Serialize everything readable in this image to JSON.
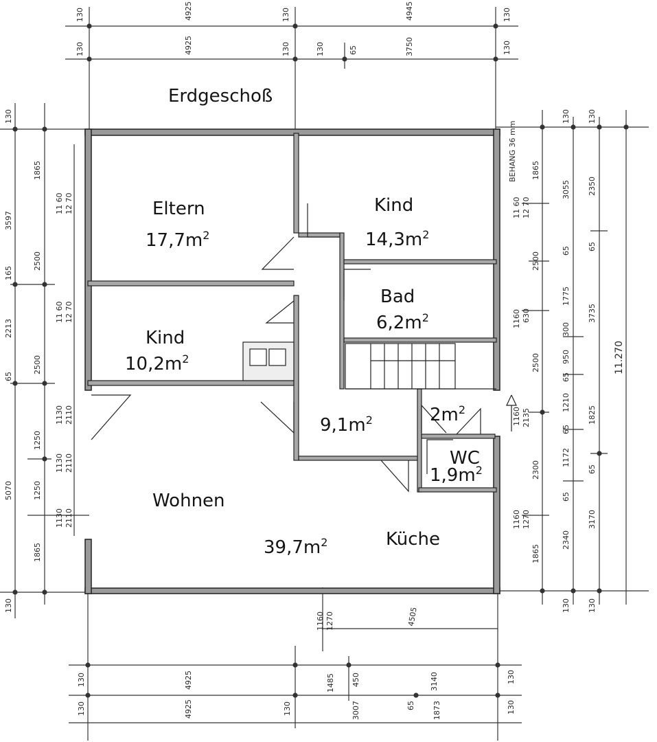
{
  "title": "Erdgeschoß",
  "rooms": {
    "eltern": {
      "name": "Eltern",
      "area_num": "17,7m",
      "area_exp": "2"
    },
    "kind1": {
      "name": "Kind",
      "area_num": "14,3m",
      "area_exp": "2"
    },
    "bad": {
      "name": "Bad",
      "area_num": "6,2m",
      "area_exp": "2"
    },
    "kind2": {
      "name": "Kind",
      "area_num": "10,2m",
      "area_exp": "2"
    },
    "flur": {
      "area_num": "9,1m",
      "area_exp": "2"
    },
    "abst": {
      "area_num": "2m",
      "area_exp": "2"
    },
    "wc": {
      "name": "WC",
      "area_num": "1,9m",
      "area_exp": "2"
    },
    "wohnen": {
      "name": "Wohnen",
      "area_num": "39,7m",
      "area_exp": "2"
    },
    "kueche": {
      "name": "Küche"
    }
  },
  "dimensions": {
    "top_row1": [
      "130",
      "4925",
      "130",
      "4945",
      "130"
    ],
    "top_row2": [
      "130",
      "4925",
      "130",
      "130",
      "65",
      "3750",
      "130"
    ],
    "bottom_row1": [
      "130",
      "4925",
      "1485",
      "450",
      "3140",
      "130"
    ],
    "bottom_row2": [
      "130",
      "4925",
      "130",
      "3007",
      "65",
      "1873",
      "130"
    ],
    "left_outer": [
      "130",
      "3597",
      "165",
      "2213",
      "65",
      "5070",
      "130"
    ],
    "left_inner": [
      "1865",
      "2500",
      "2500",
      "1250",
      "1250",
      "1865"
    ],
    "left_openings": [
      "11 60",
      "12 70",
      "11 60",
      "12 70",
      "1130",
      "2110",
      "1130",
      "2110",
      "1130",
      "2110"
    ],
    "right_behang": "BEHANG 36 mm",
    "right_col1": [
      "1865",
      "2500",
      "2500",
      "2300",
      "1865"
    ],
    "right_col1_openings": [
      "11 60",
      "12 70",
      "1160",
      "630",
      "1160",
      "2135",
      "1160",
      "1270"
    ],
    "right_col2": [
      "130",
      "3055",
      "65",
      "1775",
      "300",
      "950",
      "65",
      "1210",
      "65",
      "1172",
      "65",
      "2340",
      "130"
    ],
    "right_col3": [
      "130",
      "2350",
      "65",
      "3735",
      "1825",
      "65",
      "3170",
      "130"
    ],
    "right_total": "11.270",
    "bottom_misc": [
      "1160",
      "1270",
      "4505"
    ]
  }
}
